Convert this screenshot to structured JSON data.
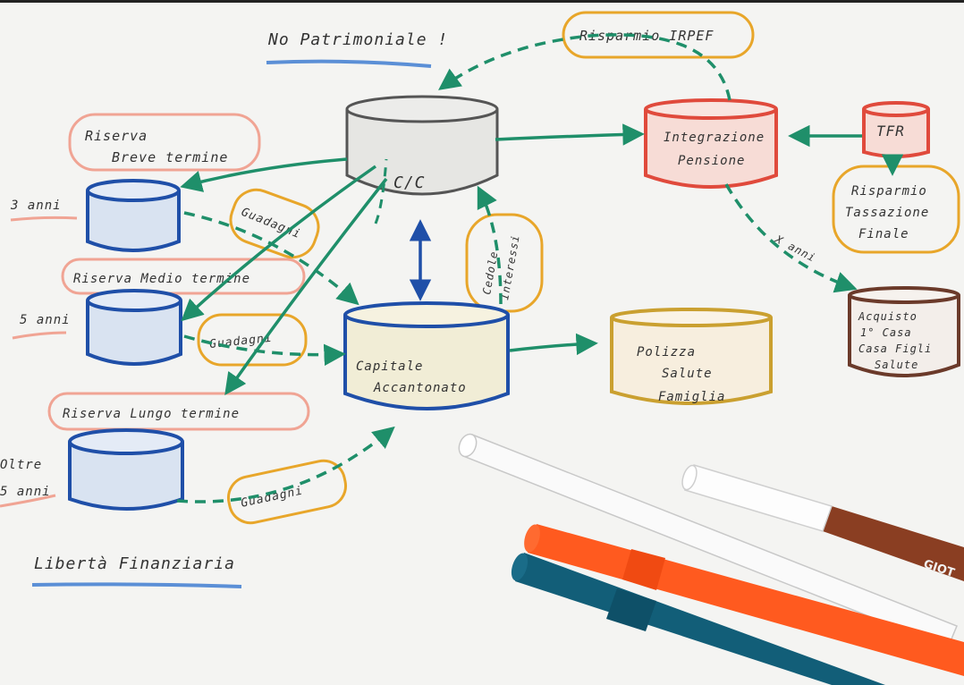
{
  "title": "No Patrimoniale !",
  "footer": "Libertà Finanziaria",
  "nodes": {
    "cc": "C/C",
    "capitale": [
      "Capitale",
      "Accantonato"
    ],
    "integrazione": [
      "Integrazione",
      "Pensione"
    ],
    "tfr": "TFR",
    "polizza": [
      "Polizza",
      "Salute",
      "Famiglia"
    ],
    "acquisto": [
      "Acquisto",
      "1° Casa",
      "Casa Figli",
      "Salute"
    ]
  },
  "labels": {
    "riserva_breve": [
      "Riserva",
      "Breve termine"
    ],
    "riserva_medio": "Riserva Medio termine",
    "riserva_lungo": "Riserva Lungo termine",
    "anni_3": "3 anni",
    "anni_5": "5 anni",
    "oltre_1": "Oltre",
    "oltre_2": "5 anni",
    "guadagni": "Guadagni",
    "cedole": [
      "Cedole",
      "Interessi"
    ],
    "risparmio_irpef": "Risparmio IRPEF",
    "risparmio_tassazione": [
      "Risparmio",
      "Tassazione",
      "Finale"
    ],
    "x_anni": "X anni"
  },
  "pens": {
    "brand": "GIOT"
  },
  "colors": {
    "green": "#1f8f6a",
    "blue": "#1f4fa8",
    "red": "#e04a3c",
    "orange": "#e8a62a",
    "salmon": "#f0a494",
    "brown": "#6b3a2a",
    "gold": "#caa030"
  }
}
